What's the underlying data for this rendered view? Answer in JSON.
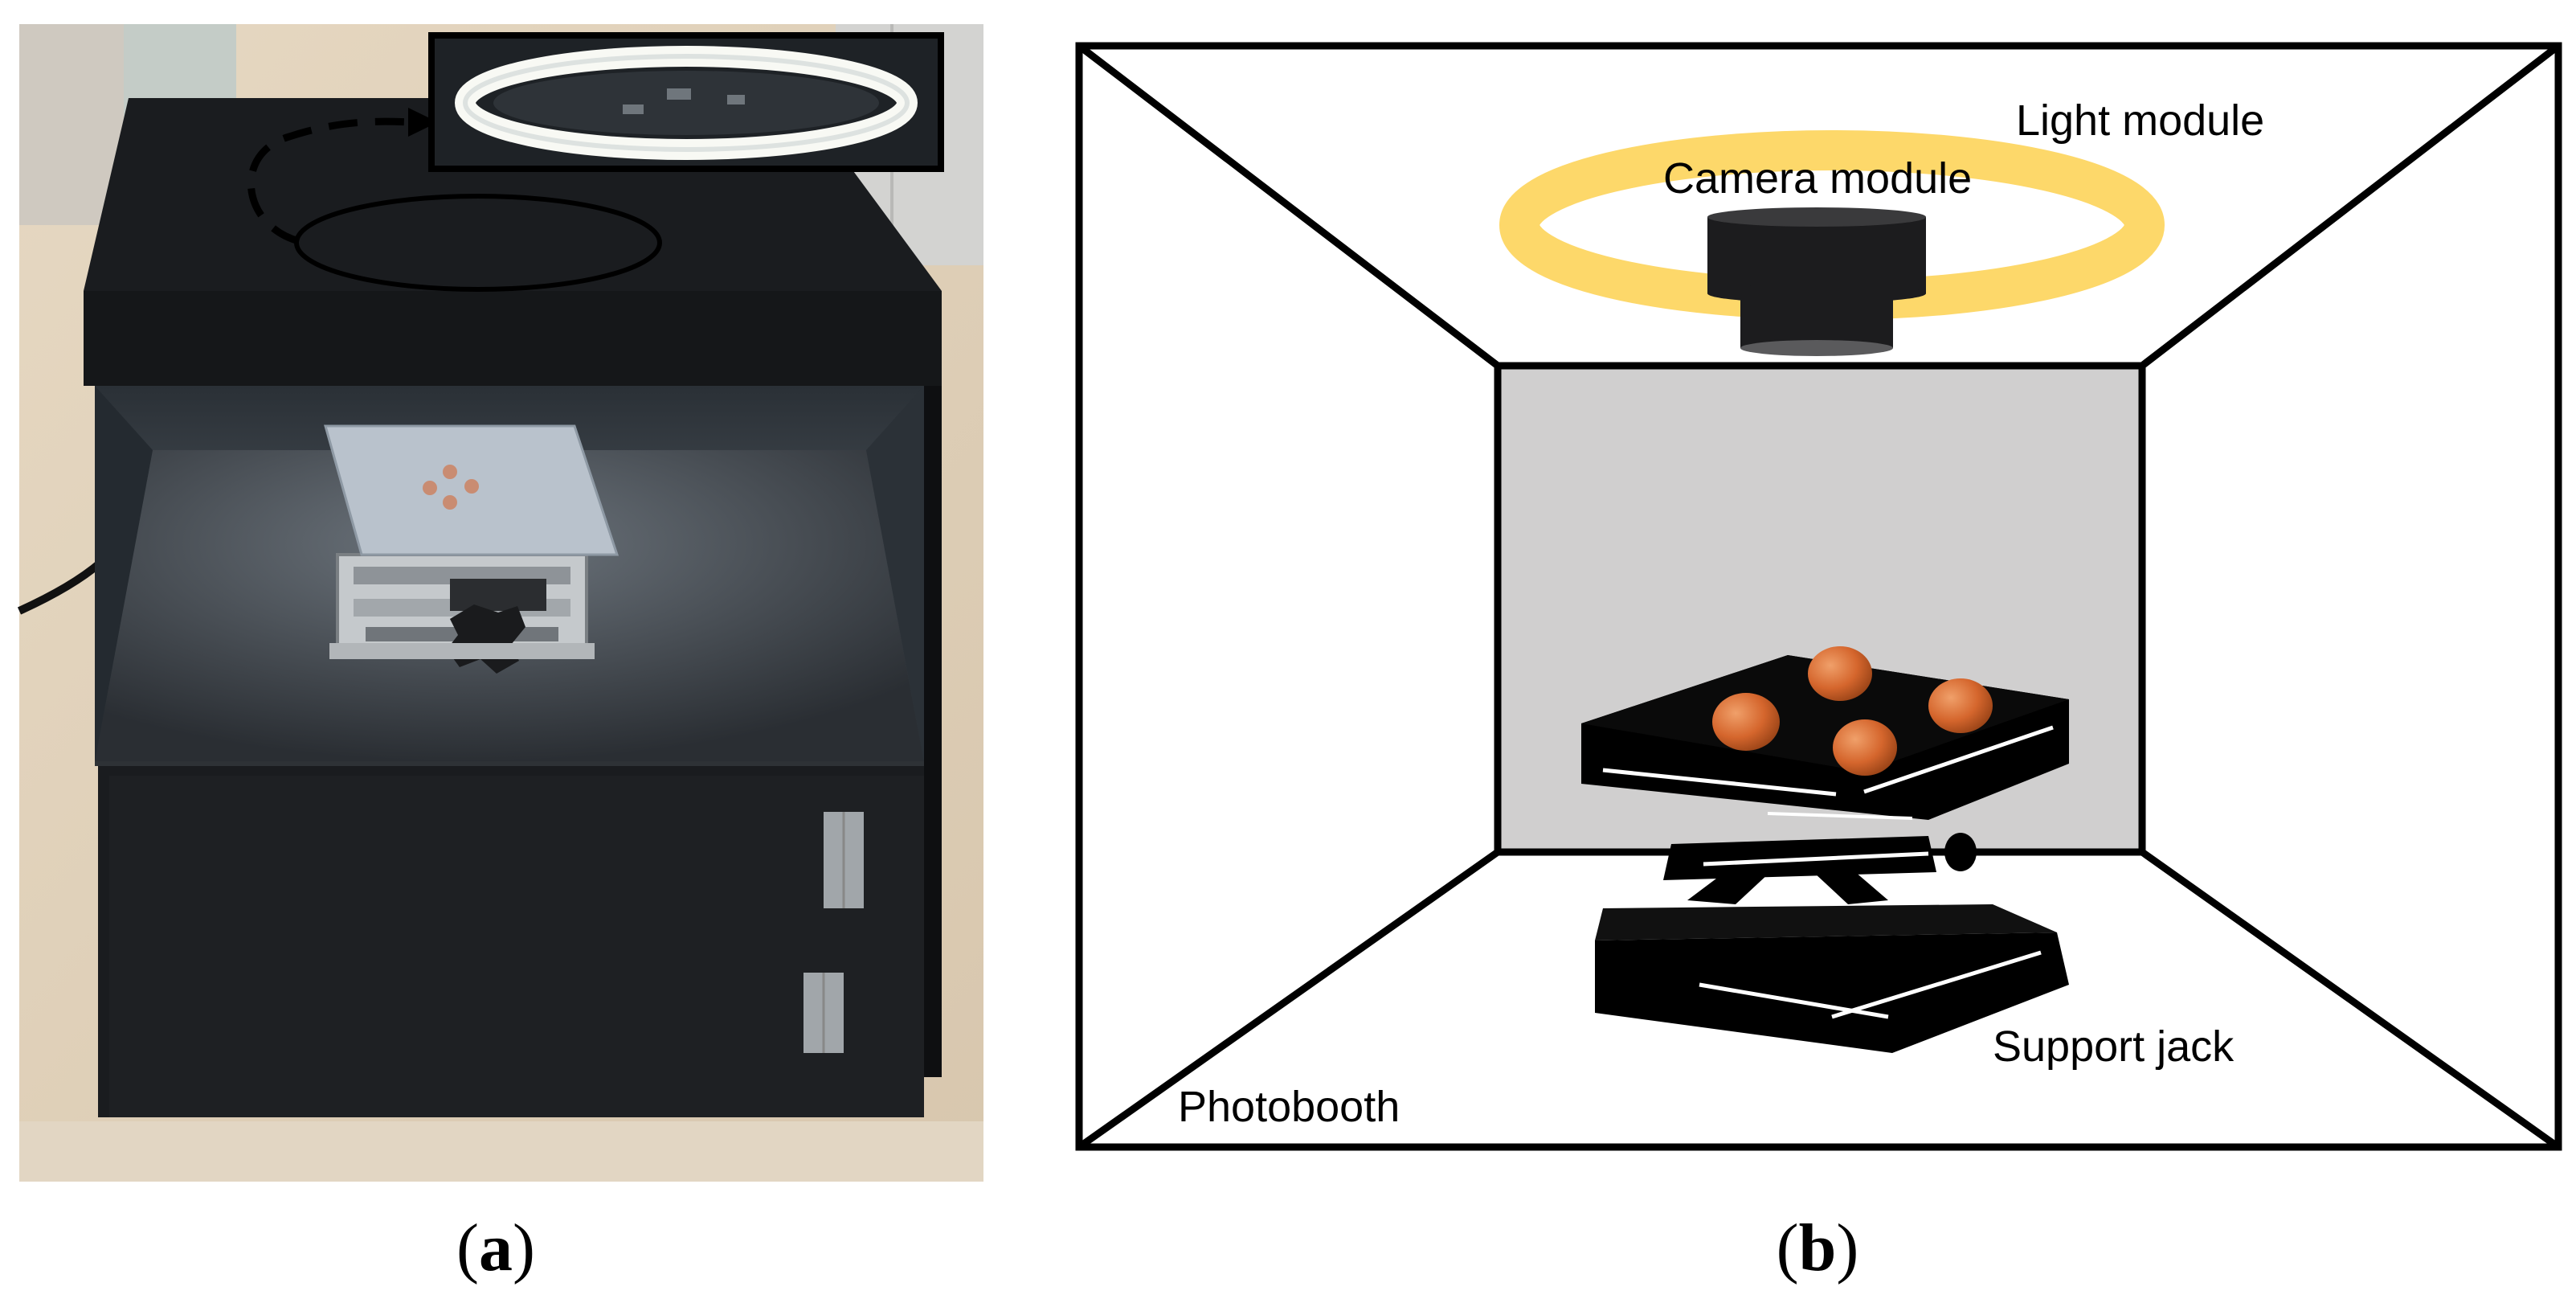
{
  "panels": [
    {
      "id": "a",
      "caption_open": "(",
      "caption_letter": "a",
      "caption_close": ")"
    },
    {
      "id": "b",
      "caption_open": "(",
      "caption_letter": "b",
      "caption_close": ")"
    }
  ],
  "diagram_labels": {
    "light_module": "Light module",
    "camera_module": "Camera module",
    "support_jack": "Support jack",
    "photobooth": "Photobooth"
  },
  "colors": {
    "light_ring": "#FDD86A",
    "back_wall": "#D0CFCF",
    "box_black": "#1C1C1E",
    "sample": "#D5662D",
    "table": "#E9DCC8"
  }
}
